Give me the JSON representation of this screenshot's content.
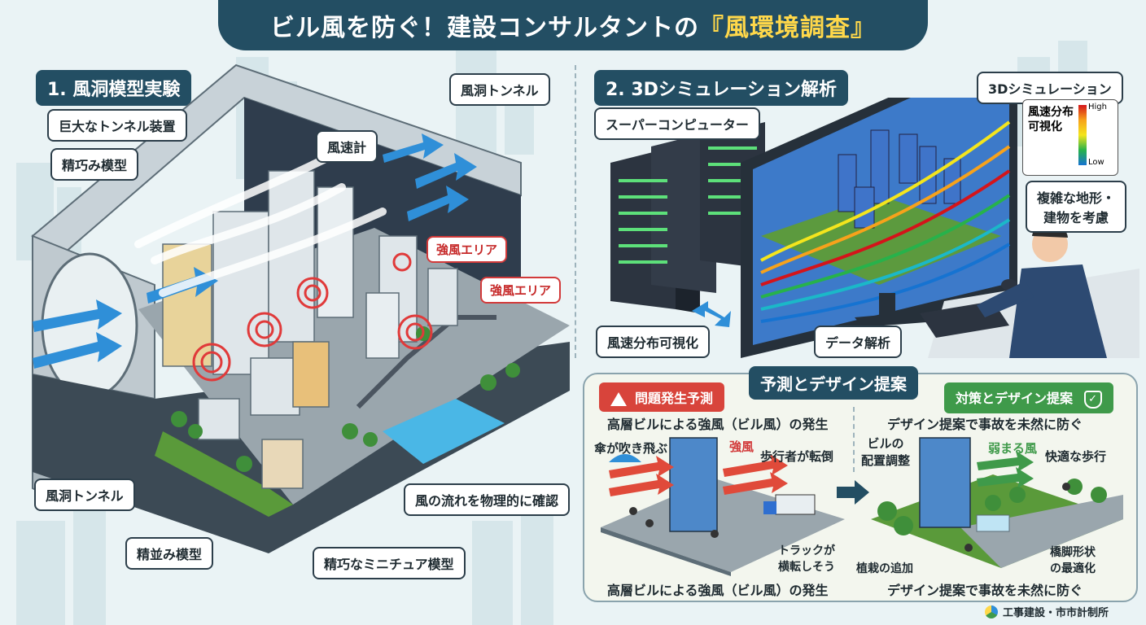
{
  "title": {
    "main": "ビル風を防ぐ！建設コンサルタントの",
    "highlight": "『風環境調査』"
  },
  "section1": {
    "heading": "1. 風洞模型実験",
    "callouts": {
      "tunnel_top": "風洞トンネル",
      "giant_device": "巨大なトンネル装置",
      "anemometer": "風速計",
      "precise_model": "精巧み模型",
      "strong_wind_1": "強風エリア",
      "strong_wind_2": "強風エリア",
      "tunnel_bottom": "風洞トンネル",
      "street_model": "精並み模型",
      "mini_model": "精巧なミニチュア模型",
      "physical_check": "風の流れを物理的に確認"
    }
  },
  "section2": {
    "heading": "2. 3Dシミュレーション解析",
    "callouts": {
      "supercomputer": "スーパーコンピューター",
      "sim_label": "3Dシミュレーション",
      "legend_title": "風速分布\n可視化",
      "legend_high": "High",
      "legend_low": "Low",
      "complex_terrain": "複雑な地形・\n建物を考慮",
      "visualization": "風速分布可視化",
      "data_analysis": "データ解析"
    }
  },
  "section3": {
    "heading": "予測とデザイン提案",
    "problem": {
      "tag": "問題発生予測",
      "subtitle": "高層ビルによる強風（ビル風）の発生",
      "umbrella": "傘が吹き飛ぶ",
      "strong_wind": "強風",
      "pedestrian": "歩行者が転倒",
      "truck": "トラックが\n横転しそう",
      "footer": "高層ビルによる強風（ビル風）の発生"
    },
    "solution": {
      "tag": "対策とデザイン提案",
      "subtitle": "デザイン提案で事故を未然に防ぐ",
      "placement": "ビルの\n配置調整",
      "weaker_wind": "弱まる風",
      "comfort": "快適な歩行",
      "planting": "植栽の追加",
      "bridge": "橋脚形状\nの最適化",
      "footer": "デザイン提案で事故を未然に防ぐ"
    }
  },
  "footer": {
    "org": "工事建設・市市計制所"
  },
  "colors": {
    "navy": "#234e63",
    "red": "#d23a3a",
    "green": "#3f9a4a",
    "yellow": "#ffd84a"
  }
}
